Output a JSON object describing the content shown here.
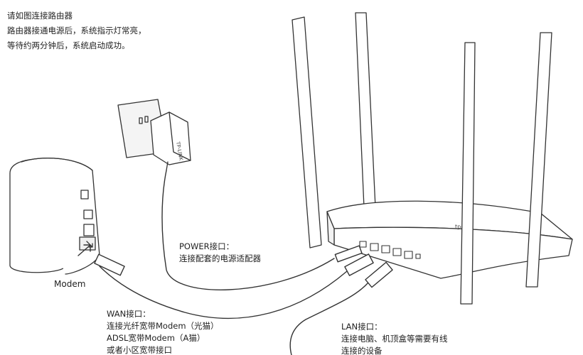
{
  "instructions": [
    "请如图连接路由器",
    "路由器接通电源后，系统指示灯常亮，",
    "等待约两分钟后，系统启动成功。"
  ],
  "modem": {
    "label": "Modem"
  },
  "power_port": {
    "title": "POWER接口：",
    "description": "连接配套的电源适配器"
  },
  "wan_port": {
    "title": "WAN接口：",
    "lines": [
      "连接光纤宽带Modem（光猫）",
      "ADSL宽带Modem（A猫）",
      "或者小区宽带接口"
    ]
  },
  "lan_port": {
    "title": "LAN接口：",
    "lines": [
      "连接电脑、机顶盒等需要有线",
      "连接的设备"
    ]
  },
  "brand_marks": {
    "adapter": "TP-LINK",
    "router": "tp-link"
  },
  "colors": {
    "line": "#333333",
    "fill": "#ffffff",
    "shade": "#eeeeee"
  }
}
